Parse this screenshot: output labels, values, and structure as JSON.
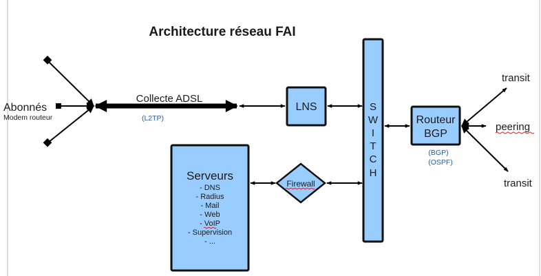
{
  "title": "Architecture réseau FAI",
  "subscribers": {
    "label": "Abonnés",
    "sublabel": "Modem routeur"
  },
  "collecte": {
    "label": "Collecte ADSL",
    "protocol": "(L2TP)"
  },
  "lns": {
    "label": "LNS"
  },
  "switch": {
    "letters": [
      "S",
      "W",
      "I",
      "T",
      "C",
      "H"
    ]
  },
  "router": {
    "line1": "Routeur",
    "line2": "BGP",
    "protocols": [
      "(BGP)",
      "(OSPF)"
    ]
  },
  "servers": {
    "title": "Serveurs",
    "items": [
      "- DNS",
      "- Radius",
      "- Mail",
      "- Web",
      "- VoIP",
      "- Supervision",
      "- ..."
    ]
  },
  "firewall": {
    "label": "Firewall"
  },
  "upstream": {
    "transit_top": "transit",
    "peering": "peering",
    "transit_bottom": "transit"
  },
  "colors": {
    "box_fill": "#99ccff",
    "protocol_text": "#2a5a9a"
  }
}
